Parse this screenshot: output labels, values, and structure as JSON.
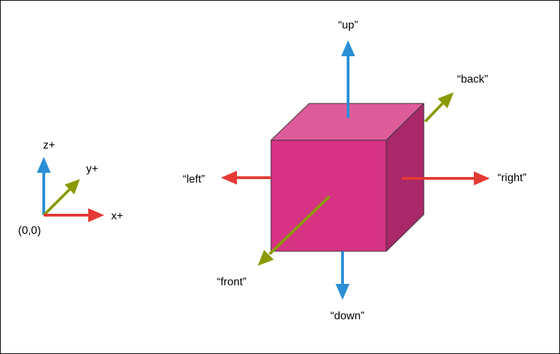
{
  "colors": {
    "x_axis": "#e53935",
    "y_axis": "#8a9a00",
    "z_axis": "#2b8fd6",
    "cube_front": "#d63384",
    "cube_top": "#de5b9a",
    "cube_side": "#a8286a",
    "cube_edge": "#333333",
    "frame": "#000000"
  },
  "axes_legend": {
    "origin_label": "(0,0)",
    "x_label": "x+",
    "y_label": "y+",
    "z_label": "z+"
  },
  "directions": {
    "up": "“up”",
    "down": "“down”",
    "left": "“left”",
    "right": "“right”",
    "front": "“front”",
    "back": "“back”"
  }
}
